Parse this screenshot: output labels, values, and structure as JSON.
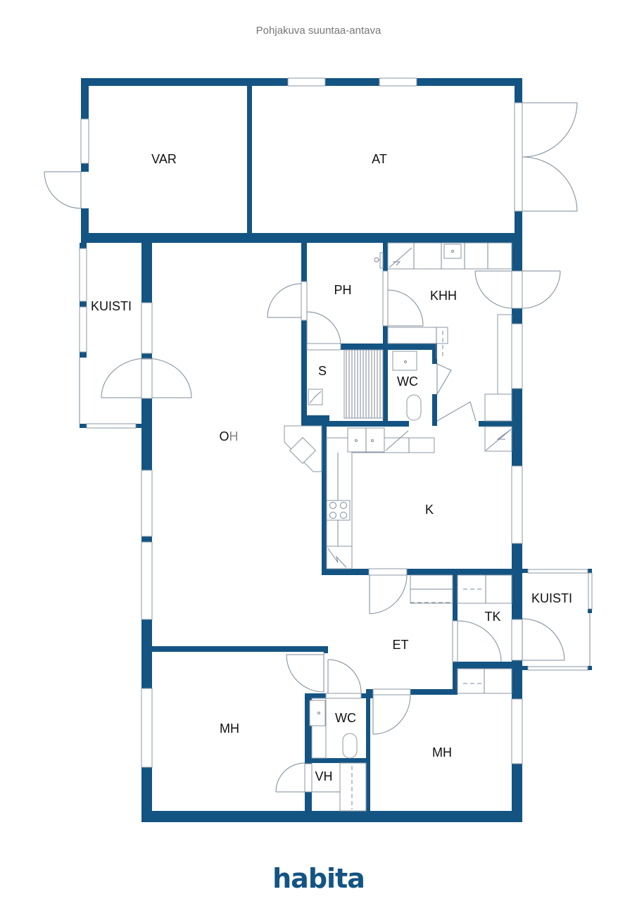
{
  "caption": "Pohjakuva suuntaa-antava",
  "brand": {
    "logo_text": "habita",
    "color": "#135483"
  },
  "colors": {
    "wall": "#135483",
    "fixture_line": "#8b97a3",
    "label": "#111111",
    "caption": "#777777"
  },
  "rooms": {
    "var": "VAR",
    "at": "AT",
    "kuisti_west": "KUISTI",
    "oh_o": "O",
    "oh_h": "H",
    "ph": "PH",
    "khh": "KHH",
    "s": "S",
    "wc_upper": "WC",
    "k": "K",
    "kuisti_east": "KUISTI",
    "tk": "TK",
    "et": "ET",
    "mh_west": "MH",
    "wc_lower": "WC",
    "vh": "VH",
    "mh_east": "MH"
  }
}
